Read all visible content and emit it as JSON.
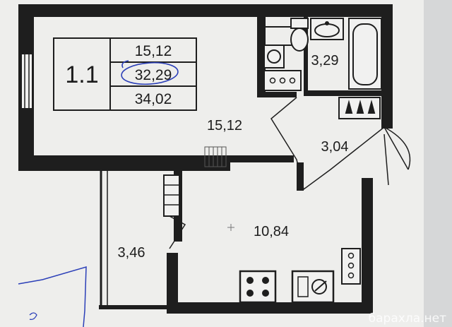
{
  "apartment": {
    "id": "1.1",
    "summary": [
      "15,12",
      "32,29",
      "34,02"
    ]
  },
  "rooms": {
    "living_room": "15,12",
    "bathroom": "3,29",
    "hallway": "3,04",
    "kitchen": "10,84",
    "loggia": "3,46"
  },
  "watermark": "барахла.нет",
  "colors": {
    "wall": "#1e1e1e",
    "paper": "#f1f1f0",
    "background": "#bfc3c8",
    "pen": "#2b3fb8"
  }
}
